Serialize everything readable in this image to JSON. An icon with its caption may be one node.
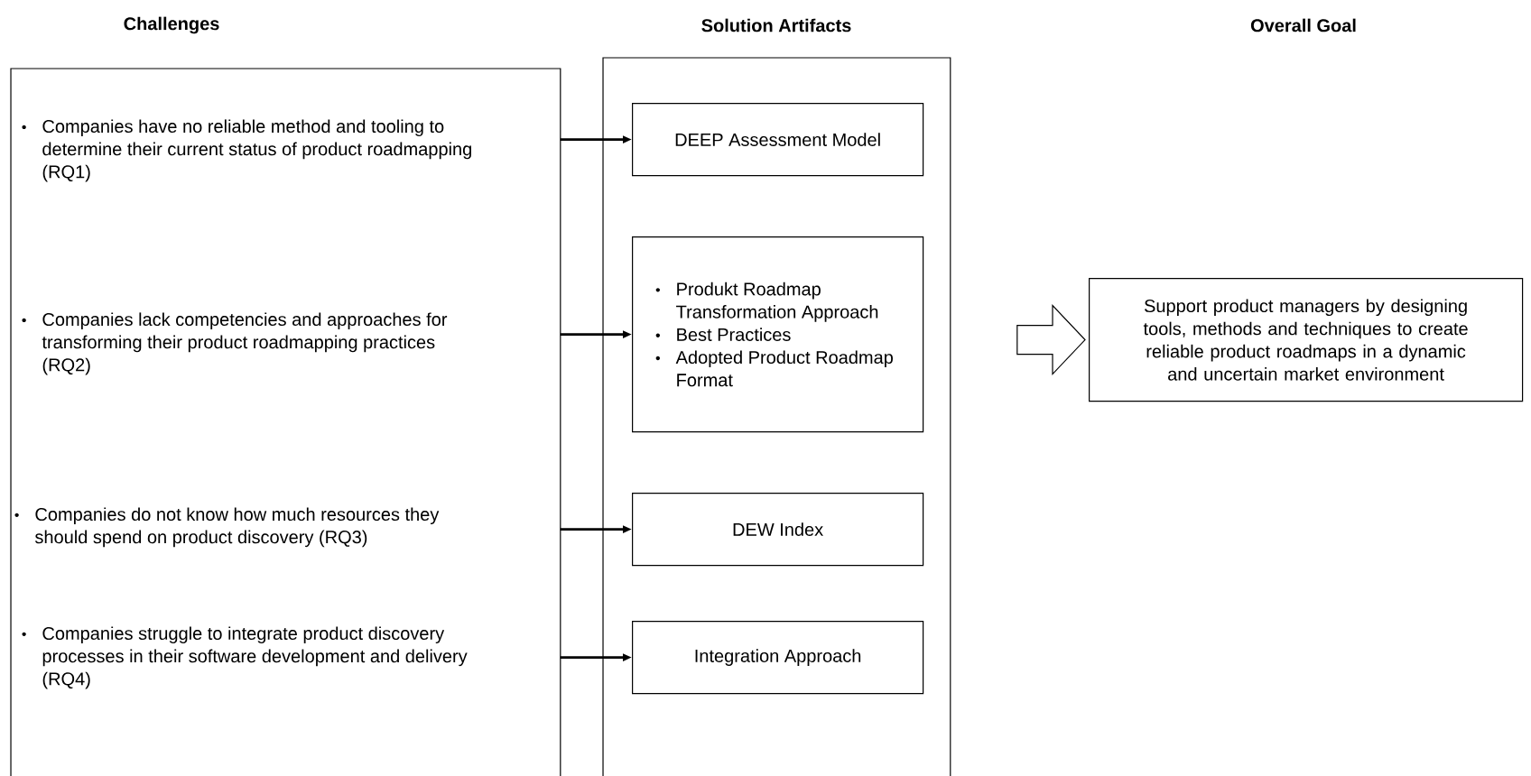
{
  "diagram": {
    "nodes": [
      {
        "text": [
          "Challenges",
          "Companies have no reliable method and tooling to determine their current status of product roadmapping (RQ1)",
          "Companies lack competencies and approaches for transforming their product roadmapping practices (RQ2)",
          "Companies do not know how much resources they should spend on product discovery (RQ3)",
          "Companies struggle to integrate product discovery processes in their software development and delivery (RQ4)"
        ]
      },
      {
        "text": [
          "Solution Artifacts"
        ]
      },
      {
        "text": [
          "DEEP Assessment Model"
        ],
        "in": 1
      },
      {
        "text": [
          "Produkt Roadmap Transformation Approach",
          "Best Practices",
          "Adopted Product Roadmap Format"
        ],
        "in": 1
      },
      {
        "text": [
          "DEW Index"
        ],
        "in": 1
      },
      {
        "text": [
          "Integration Approach"
        ],
        "in": 1
      },
      {
        "text": [
          "Support product managers by designing tools, methods and techniques to create reliable product roadmaps in a dynamic and uncertain market environment"
        ]
      }
    ],
    "edges": [
      {
        "from": 0,
        "to": 2,
        "arrow": "to"
      },
      {
        "from": 0,
        "to": 3,
        "arrow": "to"
      },
      {
        "from": 0,
        "to": 4,
        "arrow": "to"
      },
      {
        "from": 0,
        "to": 5,
        "arrow": "to"
      },
      {
        "from": 1,
        "to": 6,
        "arrow": "to",
        "style": "thick"
      }
    ],
    "labels": [
      "Overall Goal"
    ]
  }
}
